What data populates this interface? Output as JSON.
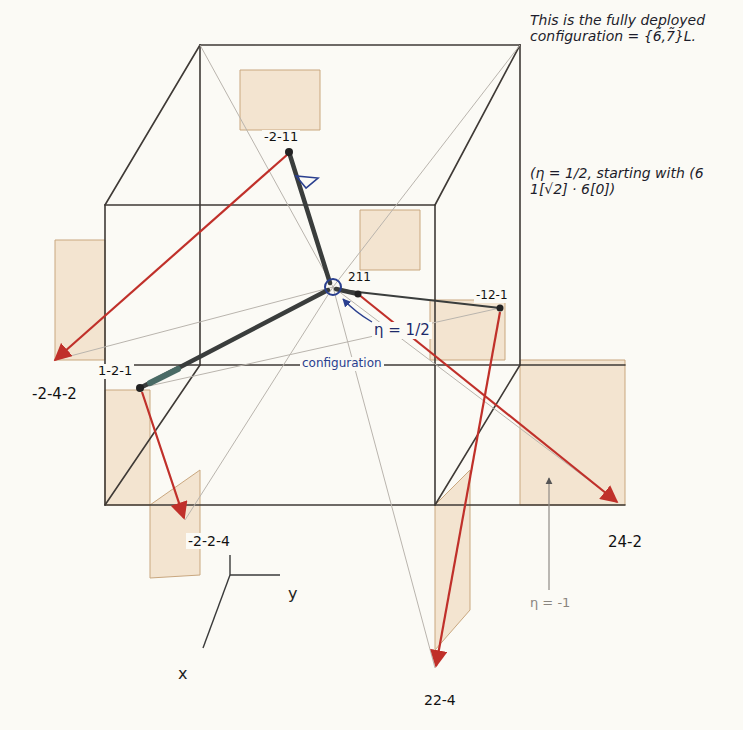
{
  "diagram": {
    "labels": [
      "This is the fully deployed configuration = {6̃,7̃}L.",
      "(η = 1/2, starting with (6 1[√2] · 6[0])",
      "-2-11",
      "211",
      "-12-1",
      "-2-4-2",
      "1-2-1",
      "η = 1/2",
      "configuration",
      "-2-2-4",
      "24-2",
      "22-4",
      "η = -1",
      "y",
      "x"
    ]
  }
}
